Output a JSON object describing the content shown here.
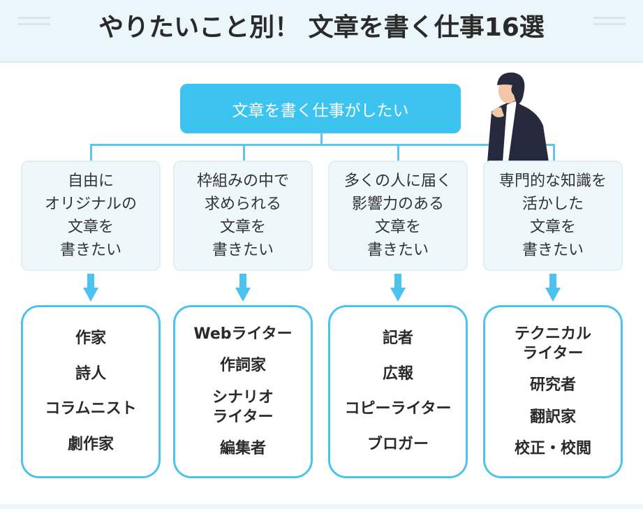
{
  "title": "やりたいこと別！ 文章を書く仕事16選",
  "root": "文章を書く仕事がしたい",
  "colors": {
    "accent": "#3cc3f0",
    "header_bg": "#eaf6f9",
    "card_bg": "#eef7fa"
  },
  "columns": [
    {
      "category": [
        "自由に",
        "オリジナルの",
        "文章を",
        "書きたい"
      ],
      "jobs": [
        "作家",
        "詩人",
        "コラムニスト",
        "劇作家"
      ]
    },
    {
      "category": [
        "枠組みの中で",
        "求められる",
        "文章を",
        "書きたい"
      ],
      "jobs": [
        "Webライター",
        "作詞家",
        "シナリオ\nライター",
        "編集者"
      ]
    },
    {
      "category": [
        "多くの人に届く",
        "影響力のある",
        "文章を",
        "書きたい"
      ],
      "jobs": [
        "記者",
        "広報",
        "コピーライター",
        "ブロガー"
      ]
    },
    {
      "category": [
        "専門的な知識を",
        "活かした",
        "文章を",
        "書きたい"
      ],
      "jobs": [
        "テクニカル\nライター",
        "研究者",
        "翻訳家",
        "校正・校閲"
      ]
    }
  ]
}
